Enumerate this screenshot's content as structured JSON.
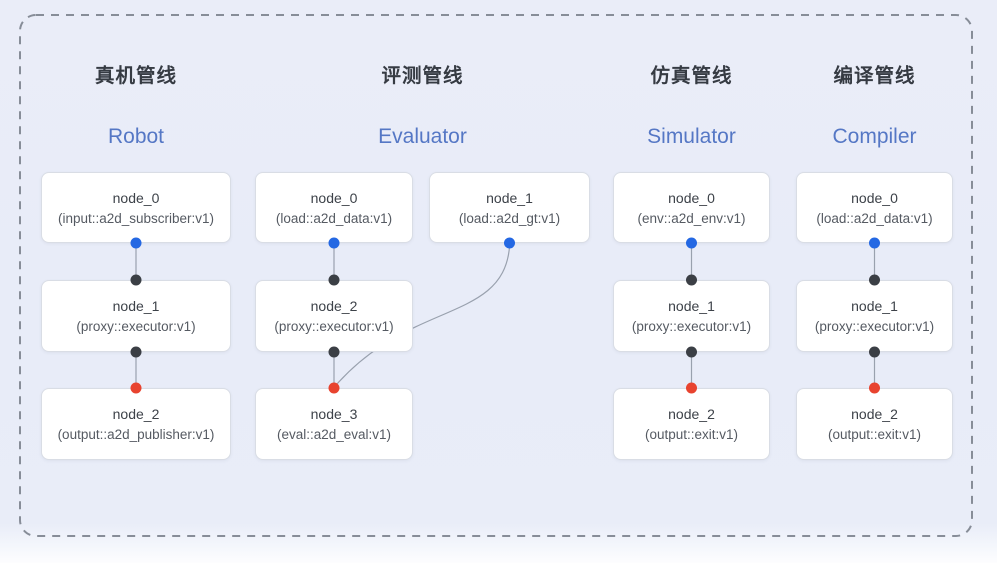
{
  "pipelines": [
    {
      "id": "robot",
      "title_zh": "真机管线",
      "title_en": "Robot",
      "nodes": [
        {
          "name": "node_0",
          "type": "(input::a2d_subscriber:v1)"
        },
        {
          "name": "node_1",
          "type": "(proxy::executor:v1)"
        },
        {
          "name": "node_2",
          "type": "(output::a2d_publisher:v1)"
        }
      ]
    },
    {
      "id": "evaluator",
      "title_zh": "评测管线",
      "title_en": "Evaluator",
      "nodes": [
        {
          "name": "node_0",
          "type": "(load::a2d_data:v1)"
        },
        {
          "name": "node_1",
          "type": "(load::a2d_gt:v1)"
        },
        {
          "name": "node_2",
          "type": "(proxy::executor:v1)"
        },
        {
          "name": "node_3",
          "type": "(eval::a2d_eval:v1)"
        }
      ]
    },
    {
      "id": "simulator",
      "title_zh": "仿真管线",
      "title_en": "Simulator",
      "nodes": [
        {
          "name": "node_0",
          "type": "(env::a2d_env:v1)"
        },
        {
          "name": "node_1",
          "type": "(proxy::executor:v1)"
        },
        {
          "name": "node_2",
          "type": "(output::exit:v1)"
        }
      ]
    },
    {
      "id": "compiler",
      "title_zh": "编译管线",
      "title_en": "Compiler",
      "nodes": [
        {
          "name": "node_0",
          "type": "(load::a2d_data:v1)"
        },
        {
          "name": "node_1",
          "type": "(proxy::executor:v1)"
        },
        {
          "name": "node_2",
          "type": "(output::exit:v1)"
        }
      ]
    }
  ],
  "colors": {
    "background": "#e8ecf8",
    "frame_dash": "#878d98",
    "node_bg": "#ffffff",
    "node_border": "#d9dde5",
    "edge": "#99a1ae",
    "port_output_blue": "#2468e3",
    "port_mid_black": "#3b3f45",
    "port_input_red": "#e8432f",
    "title_zh_color": "#363b43",
    "title_en_color": "#5577c5"
  }
}
